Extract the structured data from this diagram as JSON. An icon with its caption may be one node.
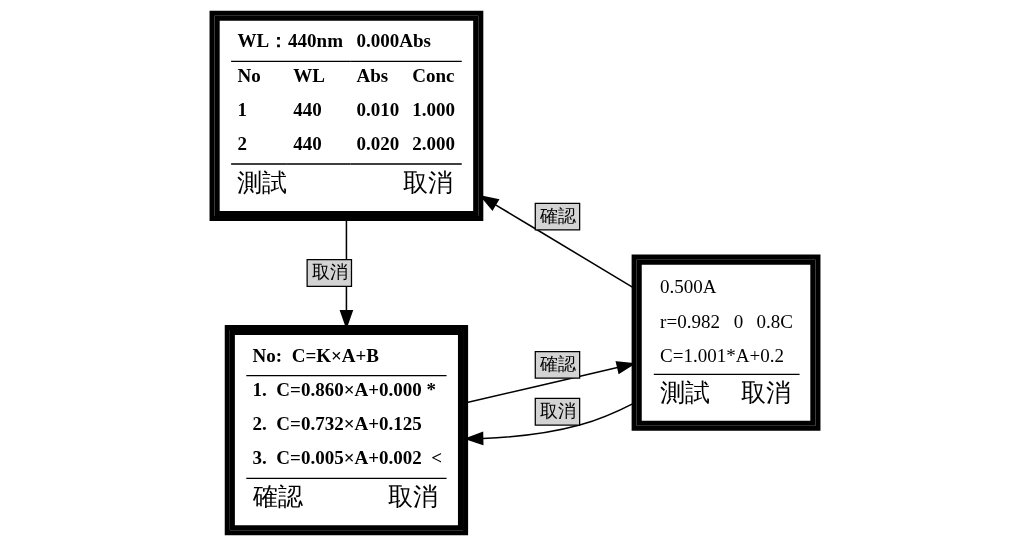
{
  "diagram": {
    "nodes": [
      {
        "text": [
          "No:  C=K×A+B",
          "1.  C=0.860×A+0.000 *",
          "2.  C=0.732×A+0.125",
          "3.  C=0.005×A+0.002  <",
          "確認",
          "取消"
        ]
      },
      {
        "text": [
          "0.500A",
          "r=0.982",
          "0",
          "0.8C",
          "C=1.001*A+0.2",
          "測試",
          "取消"
        ]
      },
      {
        "text": [
          "WL：440nm",
          "0.000Abs",
          "No",
          "WL",
          "Abs",
          "Conc",
          "1",
          "440",
          "0.010",
          "1.000",
          "2",
          "440",
          "0.020",
          "2.000",
          "測試",
          "取消"
        ]
      }
    ],
    "edges": [
      {
        "from": 0,
        "to": 1,
        "arrow": "to",
        "label": "確認"
      },
      {
        "from": 1,
        "to": 0,
        "arrow": "to",
        "label": "取消"
      },
      {
        "from": 1,
        "to": 2,
        "arrow": "to",
        "label": "確認"
      },
      {
        "from": 2,
        "to": 0,
        "arrow": "to",
        "label": "取消"
      }
    ]
  }
}
